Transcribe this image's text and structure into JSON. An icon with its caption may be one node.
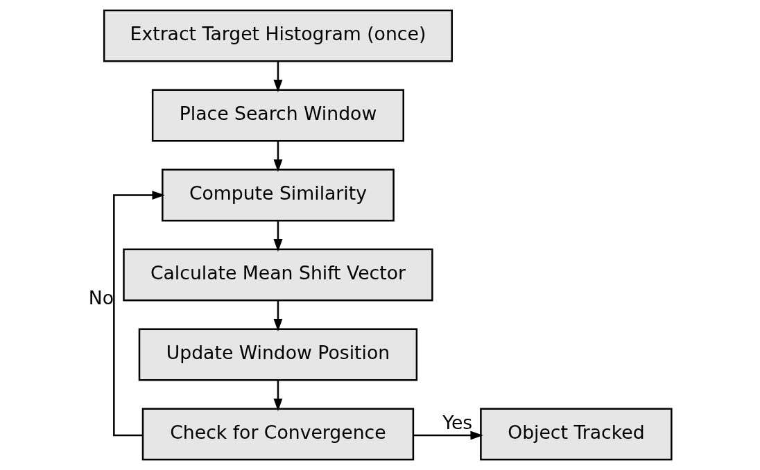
{
  "diagram": {
    "nodes": [
      {
        "text": [
          "Extract Target Histogram (once)"
        ]
      },
      {
        "text": [
          "Place Search Window"
        ]
      },
      {
        "text": [
          "Compute Similarity"
        ]
      },
      {
        "text": [
          "Calculate Mean Shift Vector"
        ]
      },
      {
        "text": [
          "Update Window Position"
        ]
      },
      {
        "text": [
          "Check for Convergence"
        ]
      },
      {
        "text": [
          "Object Tracked"
        ]
      }
    ],
    "edges": [
      {
        "from": 0,
        "to": 1,
        "arrow": "to"
      },
      {
        "from": 1,
        "to": 2,
        "arrow": "to"
      },
      {
        "from": 2,
        "to": 3,
        "arrow": "to"
      },
      {
        "from": 3,
        "to": 4,
        "arrow": "to"
      },
      {
        "from": 4,
        "to": 5,
        "arrow": "to"
      },
      {
        "from": 5,
        "to": 2,
        "arrow": "to",
        "label": "No"
      },
      {
        "from": 5,
        "to": 6,
        "arrow": "to",
        "label": "Yes"
      }
    ]
  }
}
